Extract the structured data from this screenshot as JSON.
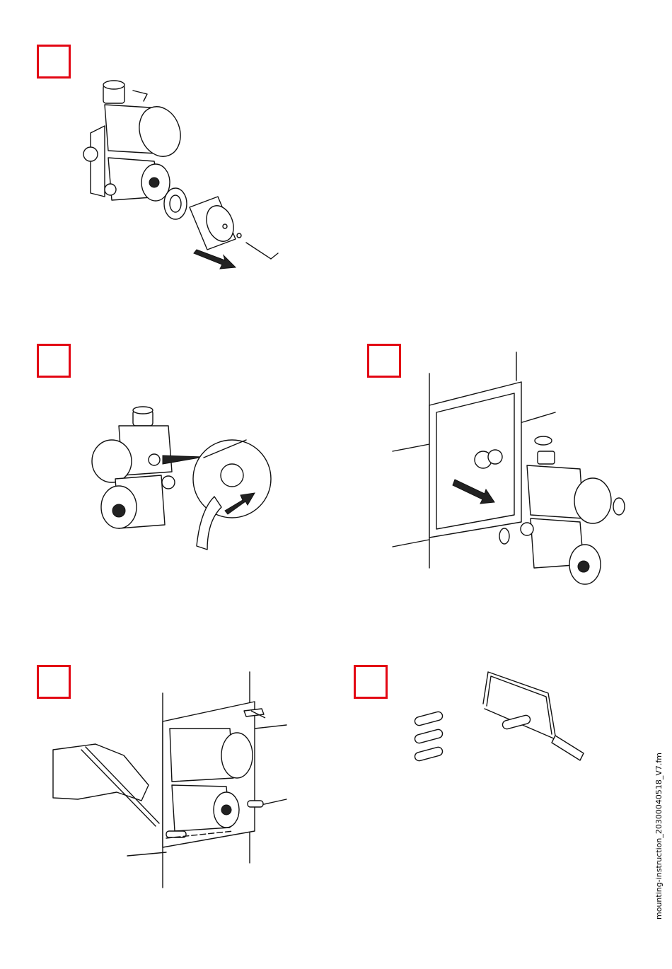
{
  "page": {
    "footer_filename": "mounting-instruction_20300040518_V7.fm",
    "accent_color": "#e30613"
  },
  "steps": [
    {
      "id": 1,
      "icon": "valve-disassembly-illustration"
    },
    {
      "id": 2,
      "icon": "valve-flush-hose-illustration"
    },
    {
      "id": 3,
      "icon": "valve-wall-box-insert-illustration"
    },
    {
      "id": 4,
      "icon": "marking-pipes-pencil-illustration"
    },
    {
      "id": 5,
      "icon": "cut-pipes-hacksaw-illustration"
    }
  ]
}
